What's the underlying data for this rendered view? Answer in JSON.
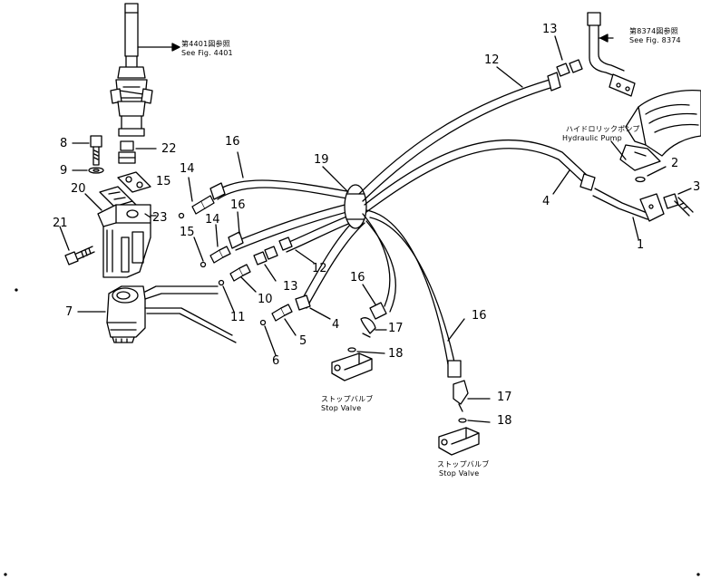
{
  "callouts": {
    "fig4401_jp": "第4401図参照",
    "fig4401_en": "See Fig. 4401",
    "fig8374_jp": "第8374図参照",
    "fig8374_en": "See Fig. 8374",
    "pump_jp": "ハイドロリックポンプ",
    "pump_en": "Hydraulic Pump",
    "stopvalve1_jp": "ストップバルブ",
    "stopvalve1_en": "Stop Valve",
    "stopvalve2_jp": "ストップバルブ",
    "stopvalve2_en": "Stop Valve"
  },
  "parts": {
    "p1": "1",
    "p2": "2",
    "p3": "3",
    "p4a": "4",
    "p4b": "4",
    "p5": "5",
    "p6": "6",
    "p7": "7",
    "p8": "8",
    "p9": "9",
    "p10": "10",
    "p11": "11",
    "p12a": "12",
    "p12b": "12",
    "p13a": "13",
    "p13b": "13",
    "p14a": "14",
    "p14b": "14",
    "p15a": "15",
    "p15b": "15",
    "p16a": "16",
    "p16b": "16",
    "p16c": "16",
    "p16d": "16",
    "p17a": "17",
    "p17b": "17",
    "p18a": "18",
    "p18b": "18",
    "p19": "19",
    "p20": "20",
    "p21": "21",
    "p22": "22",
    "p23": "23"
  }
}
